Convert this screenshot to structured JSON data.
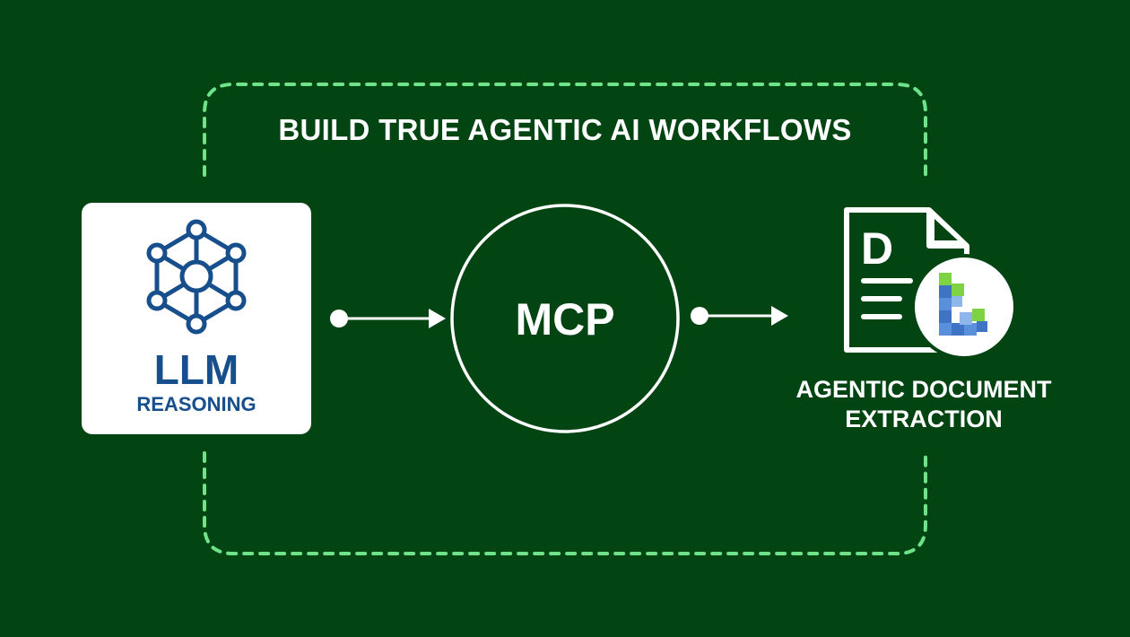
{
  "colors": {
    "background": "#024513",
    "frame_dash": "#6ee38a",
    "llm_blue": "#174e8c",
    "card": "#ffffff"
  },
  "headline": "BUILD TRUE AGENTIC AI WORKFLOWS",
  "llm": {
    "title": "LLM",
    "subtitle": "REASONING",
    "icon": "network-node-icon"
  },
  "mcp": {
    "label": "MCP"
  },
  "ade": {
    "line1": "AGENTIC DOCUMENT",
    "line2": "EXTRACTION",
    "doc_letter": "D",
    "icon": "document-icon",
    "badge_icon": "block-stack-logo-icon"
  }
}
